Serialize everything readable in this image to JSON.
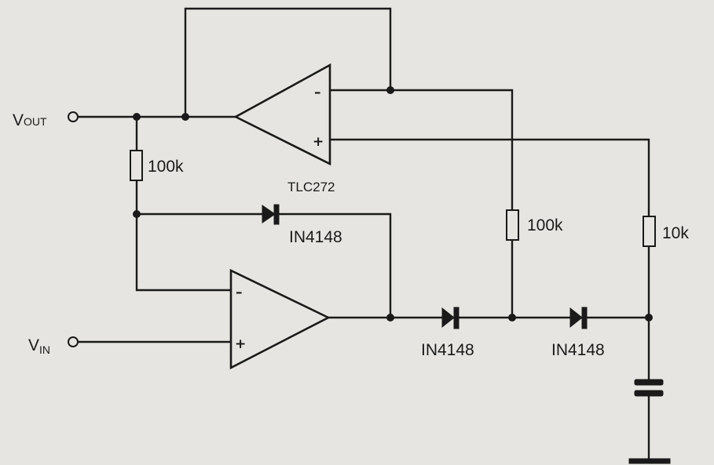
{
  "terminals": {
    "vout": {
      "main": "V",
      "sub": "OUT"
    },
    "vin": {
      "main": "V",
      "sub": "IN"
    }
  },
  "opamp_top": {
    "part": "TLC272",
    "minus": "–",
    "plus": "+"
  },
  "opamp_bottom": {
    "minus": "–",
    "plus": "+"
  },
  "resistors": {
    "r_feedback": "100k",
    "r_mid": "100k",
    "r_right": "10k"
  },
  "diodes": {
    "d_feedback": "IN4148",
    "d_out1": "IN4148",
    "d_out2": "IN4148"
  },
  "colors": {
    "ink": "#1a1a1a",
    "paper": "#e6e5e1"
  }
}
